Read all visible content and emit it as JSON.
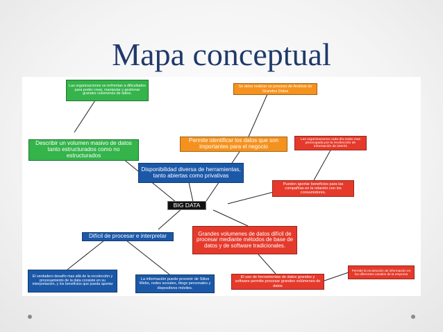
{
  "slide": {
    "title": "Mapa conceptual"
  },
  "diagram": {
    "nodes": {
      "n_org_dificultades": "Las organizaciones se enfrentan a dificultades para poder crear, manipular y gestionar grandes volúmenes de datos.",
      "n_proceso_analisis": "Se debe realizar un proceso de Análisis de Grandes Datos",
      "n_describir": "Describir un volumen masivo de datos tanto estructurados como no estructurados",
      "n_permite_identificar": "Permite identificar los datos que son importantes para el negocio",
      "n_org_preocupada": "Las organizaciones cada día están mas preocupada por la recolección de información de interés",
      "n_disponibilidad": "Disponibilidad diversa de herramientas, tanto abiertas como privativas",
      "n_aportar": "Pueden aportar beneficios para las compañías en la relación con los consumidores.",
      "n_big_data": "BIG DATA",
      "n_dificil": "Difícil de procesar e interpretar",
      "n_grandes_volumenes": "Grandes volumenes de datos difícil de procesar mediante métodos de base de datos y de software tradicionales.",
      "n_desafio": "El verdadero desafío mas allá de la recolección y procesamiento de la data consiste en su interpretación, y los beneficios que pueda aportar",
      "n_informacion_sitios": "La información puede provenir de Sitios Webs, redes sociales, blogs personales y dispositivos móviles.",
      "n_uso_herramientas": "El uso de herramientas de datos grandes y software permite procesar grandes volúmenes de datos",
      "n_recoleccion_canales": "Permite la recolección de información en los diferentes canales de la empresa"
    },
    "colors": {
      "green": "#34b44a",
      "orange": "#f5921e",
      "red": "#e53a2b",
      "blue": "#1b58a8",
      "black": "#111111",
      "title": "#1f3a6b"
    }
  }
}
